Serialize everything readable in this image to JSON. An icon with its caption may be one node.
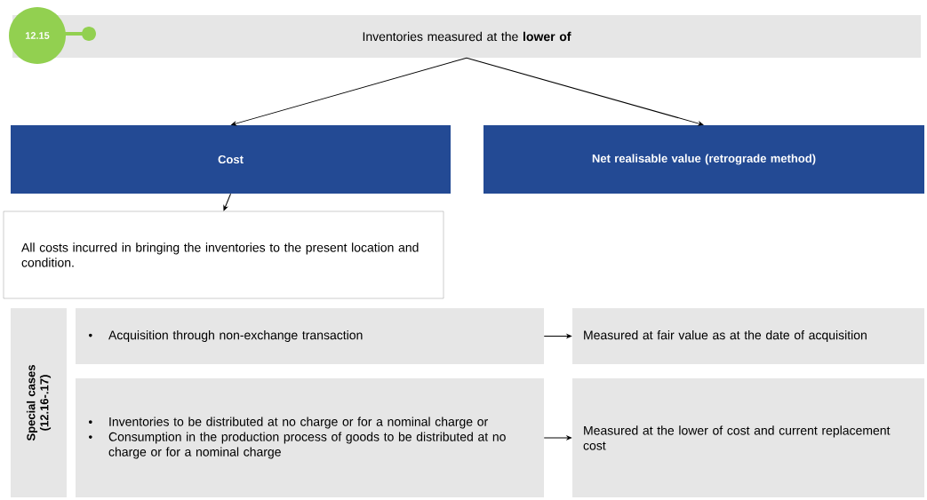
{
  "diagram": {
    "nodes": [
      {
        "text": [
          "12.15"
        ]
      },
      {
        "text": [
          "Inventories measured at the **lower of**"
        ]
      },
      {
        "text": [
          "Cost"
        ]
      },
      {
        "text": [
          "Net realisable value (retrograde method)"
        ]
      },
      {
        "text": [
          "All costs incurred in bringing the inventories to the present location and condition."
        ]
      },
      {
        "text": [
          "Special cases (12.16-.17)"
        ]
      },
      {
        "text": [
          "Acquisition through non-exchange transaction"
        ]
      },
      {
        "text": [
          "Measured at fair value as at the date of acquisition"
        ]
      },
      {
        "text": [
          "Inventories to be distributed at no charge or for a nominal charge or",
          "Consumption in the production process of goods to be distributed at no charge or for a nominal charge"
        ]
      },
      {
        "text": [
          "Measured at the lower of cost and current replacement cost"
        ]
      }
    ],
    "edges": [
      {
        "from": 1,
        "to": 2,
        "arrow": "to"
      },
      {
        "from": 1,
        "to": 3,
        "arrow": "to"
      },
      {
        "from": 2,
        "to": 4,
        "arrow": "to"
      },
      {
        "from": 6,
        "to": 7,
        "arrow": "to"
      },
      {
        "from": 8,
        "to": 9,
        "arrow": "to"
      }
    ]
  }
}
